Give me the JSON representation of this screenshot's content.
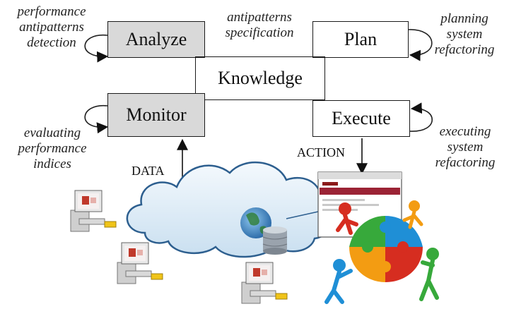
{
  "boxes": {
    "analyze": "Analyze",
    "plan": "Plan",
    "knowledge": "Knowledge",
    "monitor": "Monitor",
    "execute": "Execute"
  },
  "notes": {
    "analyze_loop": [
      "performance",
      "antipatterns",
      "detection"
    ],
    "knowledge_spec": [
      "antipatterns",
      "specification"
    ],
    "plan_loop": [
      "planning",
      "system",
      "refactoring"
    ],
    "monitor_loop": [
      "evaluating",
      "performance",
      "indices"
    ],
    "execute_loop": [
      "executing",
      "system",
      "refactoring"
    ]
  },
  "arrows": {
    "data": "DATA",
    "action": "ACTION"
  },
  "colors": {
    "box_grey": "#d9d9d9",
    "cloud": "#dcecf7",
    "cloud_edge": "#2d5f8f",
    "puzzle_red": "#d62d20",
    "puzzle_green": "#37a93b",
    "puzzle_blue": "#1f8fd6",
    "puzzle_orange": "#f39c12"
  }
}
